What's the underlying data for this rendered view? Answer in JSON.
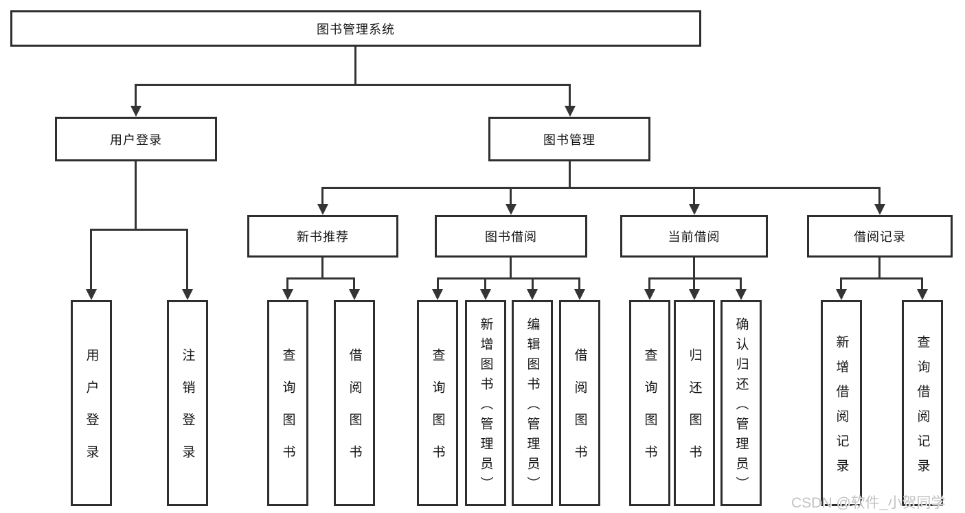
{
  "diagram": {
    "type": "tree",
    "orientation": "top-down",
    "tree": {
      "label": "图书管理系统",
      "children": [
        {
          "label": "用户登录",
          "children": [
            {
              "label": "用户登录"
            },
            {
              "label": "注销登录"
            }
          ]
        },
        {
          "label": "图书管理",
          "children": [
            {
              "label": "新书推荐",
              "children": [
                {
                  "label": "查询图书"
                },
                {
                  "label": "借阅图书"
                }
              ]
            },
            {
              "label": "图书借阅",
              "children": [
                {
                  "label": "查询图书"
                },
                {
                  "label": "新增图书（管理员）"
                },
                {
                  "label": "编辑图书（管理员）"
                },
                {
                  "label": "借阅图书"
                }
              ]
            },
            {
              "label": "当前借阅",
              "children": [
                {
                  "label": "查询图书"
                },
                {
                  "label": "归还图书"
                },
                {
                  "label": "确认归还（管理员）"
                }
              ]
            },
            {
              "label": "借阅记录",
              "children": [
                {
                  "label": "新增借阅记录"
                },
                {
                  "label": "查询借阅记录"
                }
              ]
            }
          ]
        }
      ]
    },
    "colors": {
      "background": "#ffffff",
      "box_border": "#2e2e2e",
      "connector_line": "#343434",
      "text": "#161616",
      "watermark_text": "#c3c3c6"
    }
  },
  "watermark": "CSDN @软件_小贺同学"
}
